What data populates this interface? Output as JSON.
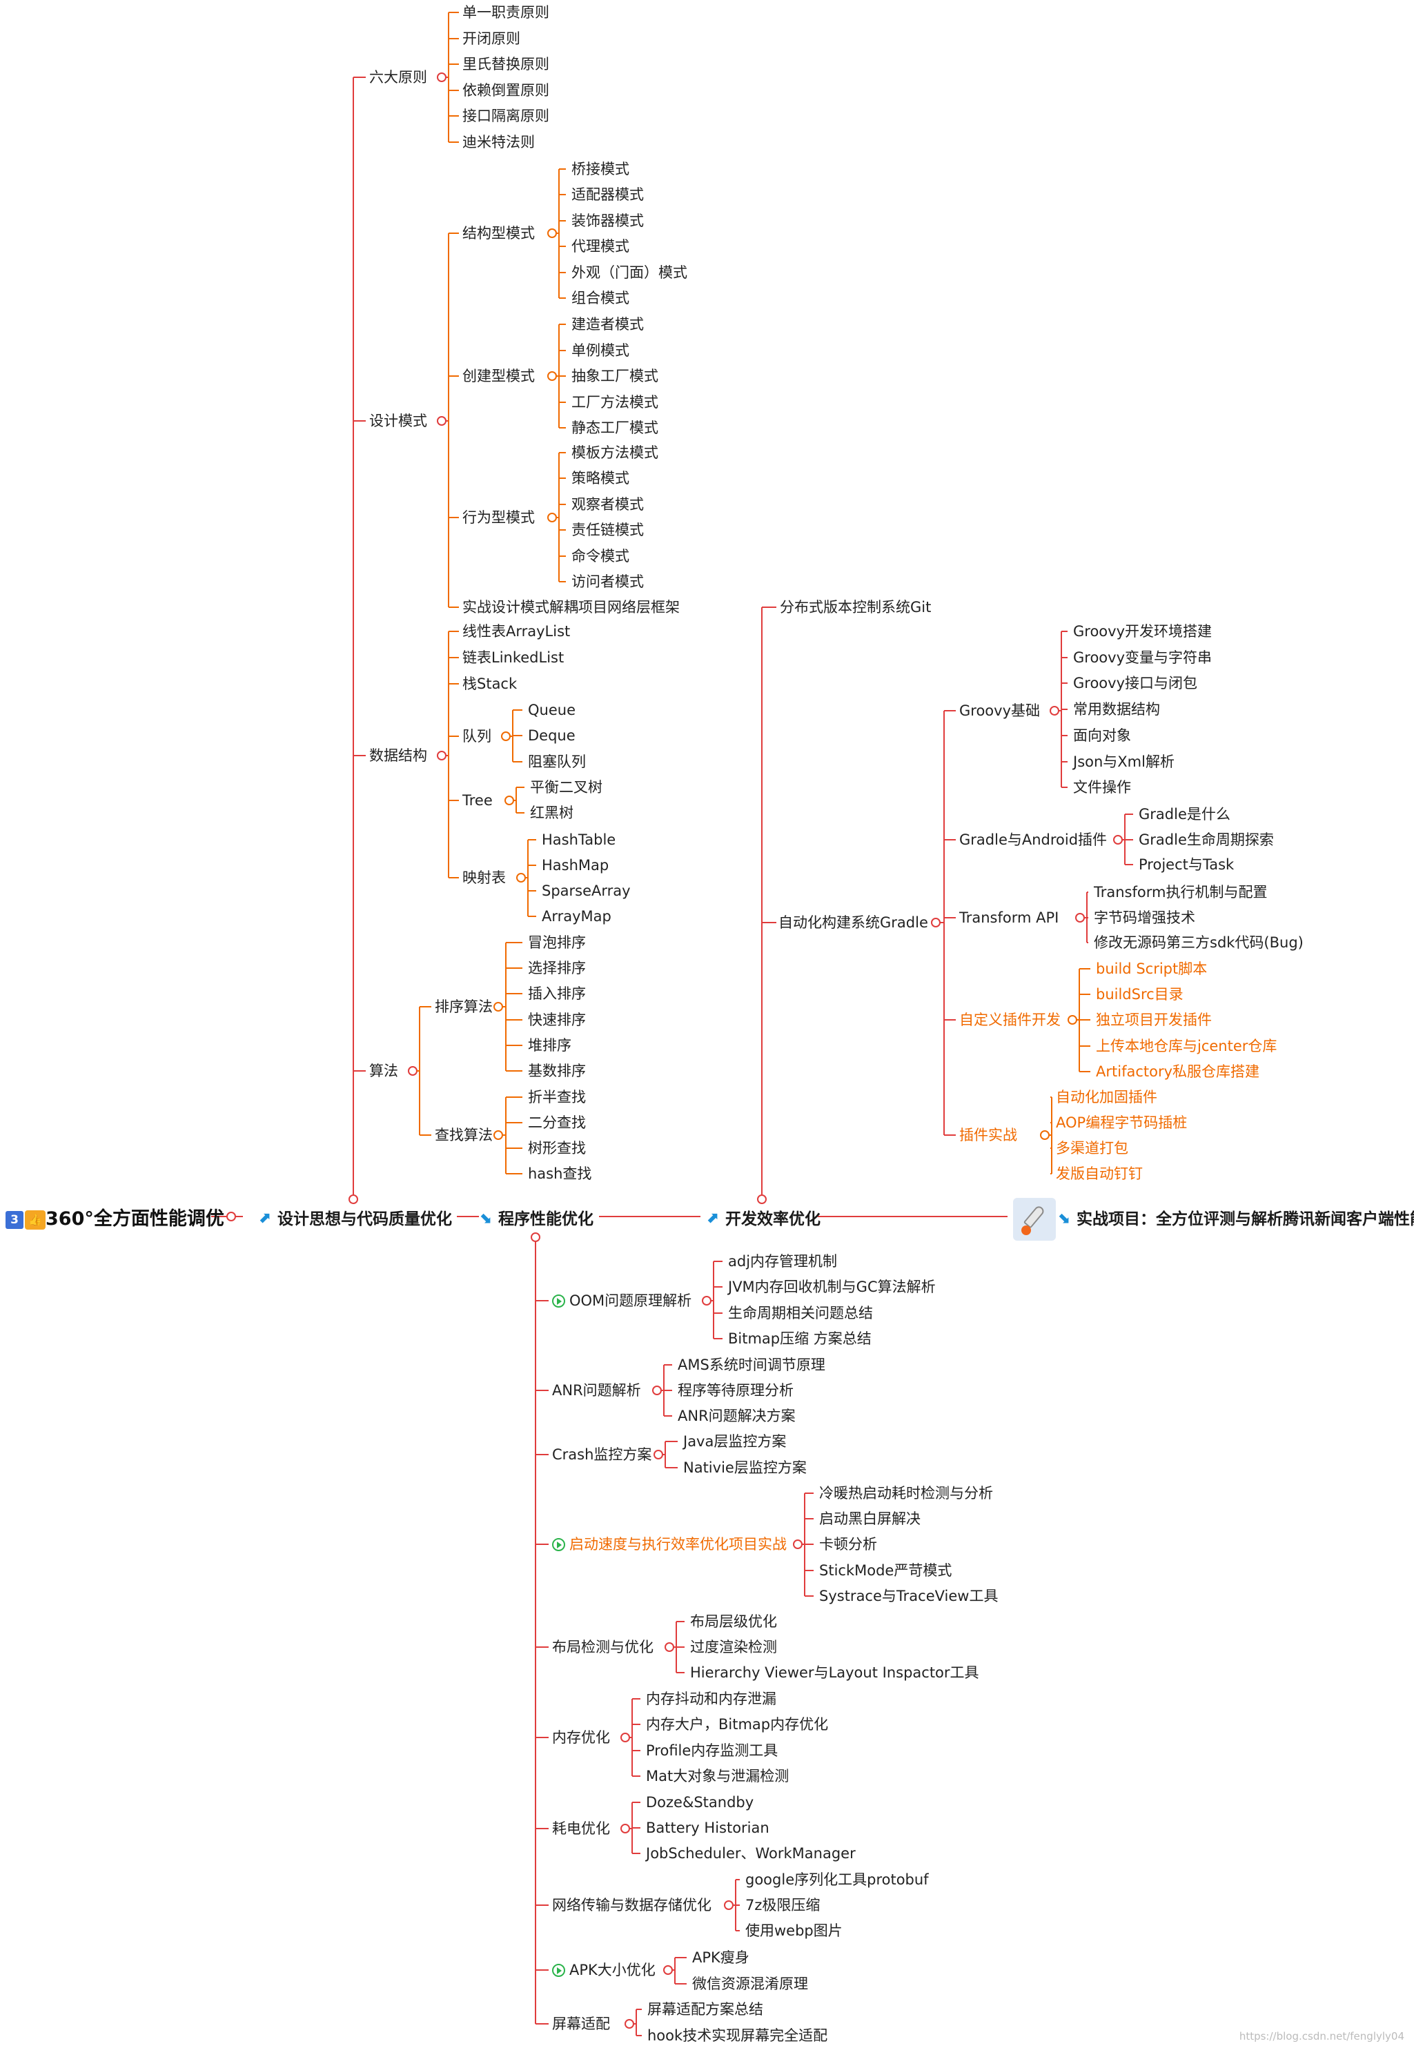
{
  "root": {
    "badge": "3",
    "hand_icon": "thumbs-up-icon",
    "title": "360°全方面性能调优"
  },
  "branches": {
    "b1": "设计思想与代码质量优化",
    "b2": "程序性能优化",
    "b3": "开发效率优化",
    "b4": "实战项目：全方位评测与解析腾讯新闻客户端性能"
  },
  "colors": {
    "red": "#e03c3c",
    "orange": "#f06a00",
    "blue": "#1a8fd8",
    "green": "#2bb34b"
  },
  "design": {
    "liuda": "六大原则",
    "liuda_items": [
      "单一职责原则",
      "开闭原则",
      "里氏替换原则",
      "依赖倒置原则",
      "接口隔离原则",
      "迪米特法则"
    ],
    "sheji": "设计模式",
    "jiegou": "结构型模式",
    "jiegou_items": [
      "桥接模式",
      "适配器模式",
      "装饰器模式",
      "代理模式",
      "外观（门面）模式",
      "组合模式"
    ],
    "chuangjian": "创建型模式",
    "chuangjian_items": [
      "建造者模式",
      "单例模式",
      "抽象工厂模式",
      "工厂方法模式",
      "静态工厂模式"
    ],
    "xingwei": "行为型模式",
    "xingwei_items": [
      "模板方法模式",
      "策略模式",
      "观察者模式",
      "责任链模式",
      "命令模式",
      "访问者模式"
    ],
    "shizhan": "实战设计模式解耦项目网络层框架",
    "shuju": "数据结构",
    "shuju_items_top": [
      "线性表ArrayList",
      "链表LinkedList",
      "栈Stack"
    ],
    "duilie": "队列",
    "duilie_items": [
      "Queue",
      "Deque",
      "阻塞队列"
    ],
    "tree": "Tree",
    "tree_items": [
      "平衡二叉树",
      "红黑树"
    ],
    "yingshe": "映射表",
    "yingshe_items": [
      "HashTable",
      "HashMap",
      "SparseArray",
      "ArrayMap"
    ],
    "suanfa": "算法",
    "paixu": "排序算法",
    "paixu_items": [
      "冒泡排序",
      "选择排序",
      "插入排序",
      "快速排序",
      "堆排序",
      "基数排序"
    ],
    "chazhao": "查找算法",
    "chazhao_items": [
      "折半查找",
      "二分查找",
      "树形查找",
      "hash查找"
    ]
  },
  "devperf": {
    "git": "分布式版本控制系统Git",
    "gradle": "自动化构建系统Gradle",
    "groovy": "Groovy基础",
    "groovy_items": [
      "Groovy开发环境搭建",
      "Groovy变量与字符串",
      "Groovy接口与闭包",
      "常用数据结构",
      "面向对象",
      "Json与Xml解析",
      "文件操作"
    ],
    "gplugin": "Gradle与Android插件",
    "gplugin_items": [
      "Gradle是什么",
      "Gradle生命周期探索",
      "Project与Task"
    ],
    "transform": "Transform API",
    "transform_items": [
      "Transform执行机制与配置",
      "字节码增强技术",
      "修改无源码第三方sdk代码(Bug)"
    ],
    "custom": "自定义插件开发",
    "custom_items": [
      "build Script脚本",
      "buildSrc目录",
      "独立项目开发插件",
      "上传本地仓库与jcenter仓库",
      "Artifactory私服仓库搭建"
    ],
    "plugin": "插件实战",
    "plugin_items": [
      "自动化加固插件",
      "AOP编程字节码插桩",
      "多渠道打包",
      "发版自动钉钉"
    ]
  },
  "perf": {
    "oom": "OOM问题原理解析",
    "oom_items": [
      "adj内存管理机制",
      "JVM内存回收机制与GC算法解析",
      "生命周期相关问题总结",
      "Bitmap压缩 方案总结"
    ],
    "anr": "ANR问题解析",
    "anr_items": [
      "AMS系统时间调节原理",
      "程序等待原理分析",
      "ANR问题解决方案"
    ],
    "crash": "Crash监控方案",
    "crash_items": [
      "Java层监控方案",
      "Nativie层监控方案"
    ],
    "startup": "启动速度与执行效率优化项目实战",
    "startup_items": [
      "冷暖热启动耗时检测与分析",
      "启动黑白屏解决",
      "卡顿分析",
      "StickMode严苛模式",
      "Systrace与TraceView工具"
    ],
    "layout": "布局检测与优化",
    "layout_items": [
      "布局层级优化",
      "过度渲染检测",
      "Hierarchy Viewer与Layout Inspactor工具"
    ],
    "memory": "内存优化",
    "memory_items": [
      "内存抖动和内存泄漏",
      "内存大户，Bitmap内存优化",
      "Profile内存监测工具",
      "Mat大对象与泄漏检测"
    ],
    "power": "耗电优化",
    "power_items": [
      "Doze&Standby",
      "Battery Historian",
      "JobScheduler、WorkManager"
    ],
    "network": "网络传输与数据存储优化",
    "network_items": [
      "google序列化工具protobuf",
      "7z极限压缩",
      "使用webp图片"
    ],
    "apk": "APK大小优化",
    "apk_items": [
      "APK瘦身",
      "微信资源混淆原理"
    ],
    "screen": "屏幕适配",
    "screen_items": [
      "屏幕适配方案总结",
      "hook技术实现屏幕完全适配"
    ]
  },
  "watermark": "https://blog.csdn.net/fenglyly04"
}
